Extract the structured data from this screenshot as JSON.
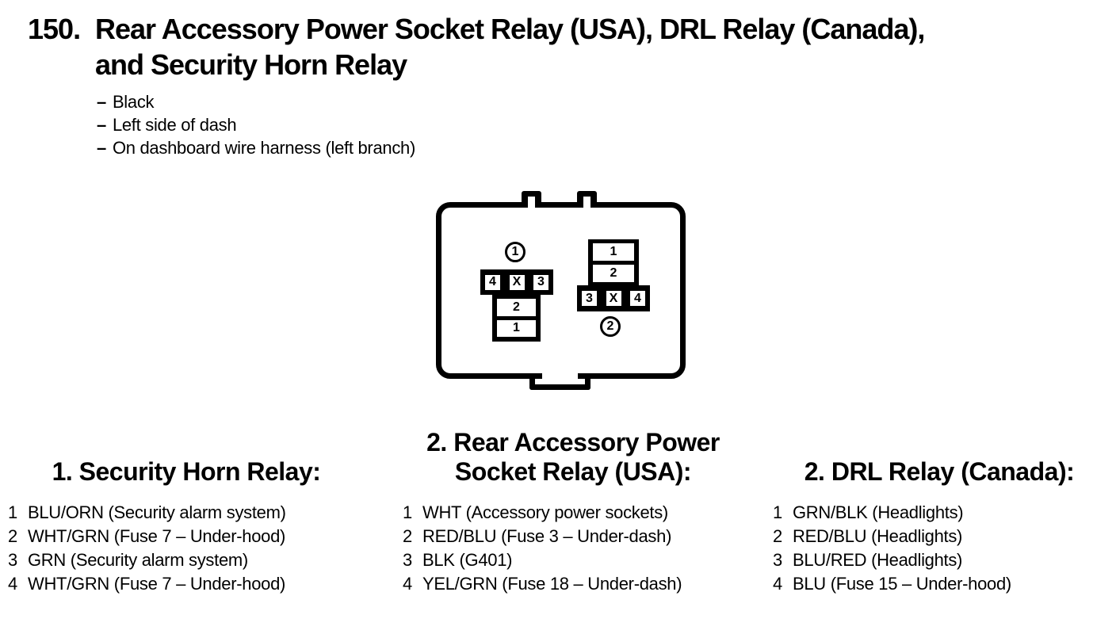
{
  "colors": {
    "ink": "#000000",
    "paper": "#ffffff"
  },
  "title": {
    "number": "150.",
    "lines": [
      "Rear Accessory Power Socket Relay (USA), DRL Relay (Canada),",
      "and Security Horn Relay"
    ]
  },
  "notes": {
    "dash": "–",
    "items": [
      "Black",
      "Left side of dash",
      "On dashboard wire harness (left branch)"
    ]
  },
  "connector": {
    "socket1": {
      "callout": "1",
      "row_cells": [
        "4",
        "X",
        "3"
      ],
      "stem_cells": [
        "2",
        "1"
      ]
    },
    "socket2": {
      "callout": "2",
      "stem_cells": [
        "1",
        "2"
      ],
      "row_cells": [
        "3",
        "X",
        "4"
      ]
    }
  },
  "legend": {
    "columns": [
      {
        "heading_lines": [
          "1. Security Horn Relay:"
        ],
        "items": [
          {
            "num": "1",
            "text": "BLU/ORN (Security alarm system)"
          },
          {
            "num": "2",
            "text": "WHT/GRN (Fuse 7 – Under-hood)"
          },
          {
            "num": "3",
            "text": "GRN (Security alarm system)"
          },
          {
            "num": "4",
            "text": "WHT/GRN (Fuse 7 – Under-hood)"
          }
        ]
      },
      {
        "heading_lines": [
          "2. Rear Accessory Power",
          "Socket Relay (USA):"
        ],
        "items": [
          {
            "num": "1",
            "text": "WHT (Accessory power sockets)"
          },
          {
            "num": "2",
            "text": "RED/BLU (Fuse 3 – Under-dash)"
          },
          {
            "num": "3",
            "text": "BLK (G401)"
          },
          {
            "num": "4",
            "text": "YEL/GRN (Fuse 18 – Under-dash)"
          }
        ]
      },
      {
        "heading_lines": [
          "2. DRL Relay (Canada):"
        ],
        "items": [
          {
            "num": "1",
            "text": "GRN/BLK (Headlights)"
          },
          {
            "num": "2",
            "text": "RED/BLU (Headlights)"
          },
          {
            "num": "3",
            "text": "BLU/RED (Headlights)"
          },
          {
            "num": "4",
            "text": "BLU (Fuse 15 – Under-hood)"
          }
        ]
      }
    ]
  }
}
